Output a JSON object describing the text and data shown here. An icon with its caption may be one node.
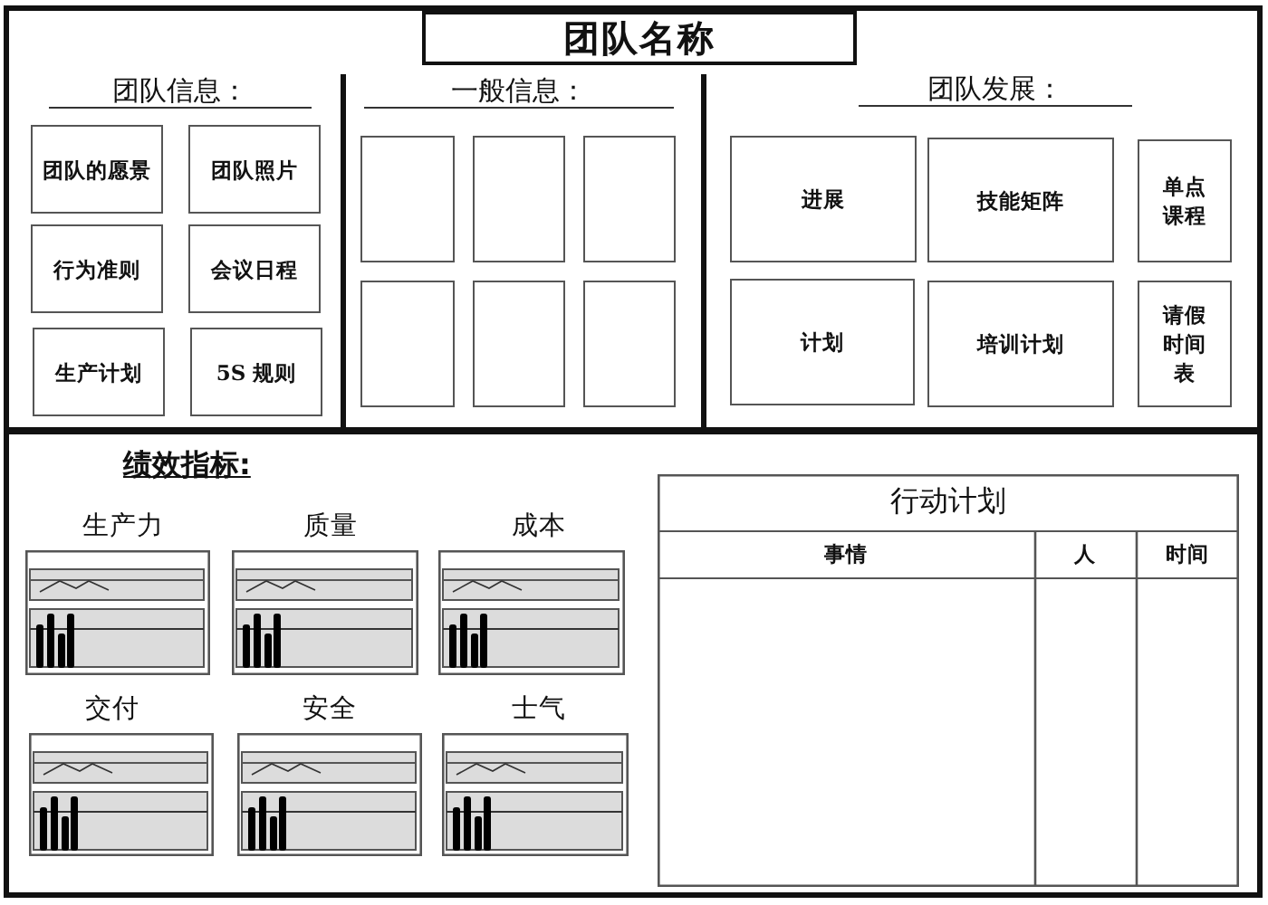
{
  "diagram": {
    "nodes": [
      {
        "text": [
          "团队名称"
        ]
      },
      {
        "text": [
          "团队信息："
        ]
      },
      {
        "text": [
          "团队的愿景"
        ],
        "in": 1
      },
      {
        "text": [
          "团队照片"
        ],
        "in": 1
      },
      {
        "text": [
          "行为准则"
        ],
        "in": 1
      },
      {
        "text": [
          "会议日程"
        ],
        "in": 1
      },
      {
        "text": [
          "生产计划"
        ],
        "in": 1
      },
      {
        "text": [
          "5S 规则"
        ],
        "in": 1
      },
      {
        "text": [
          "一般信息："
        ]
      },
      {
        "text": [],
        "shape": "box",
        "in": 8
      },
      {
        "text": [],
        "shape": "box",
        "in": 8
      },
      {
        "text": [],
        "shape": "box",
        "in": 8
      },
      {
        "text": [],
        "shape": "box",
        "in": 8
      },
      {
        "text": [],
        "shape": "box",
        "in": 8
      },
      {
        "text": [],
        "shape": "box",
        "in": 8
      },
      {
        "text": [
          "团队发展："
        ]
      },
      {
        "text": [
          "进展"
        ],
        "in": 15
      },
      {
        "text": [
          "技能矩阵"
        ],
        "in": 15
      },
      {
        "text": [
          "单点课程"
        ],
        "in": 15
      },
      {
        "text": [
          "计划"
        ],
        "in": 15
      },
      {
        "text": [
          "培训计划"
        ],
        "in": 15
      },
      {
        "text": [
          "请假时间表"
        ],
        "in": 15
      },
      {
        "text": [
          "绩效指标:"
        ]
      },
      {
        "text": [
          "生产力"
        ],
        "in": 22
      },
      {
        "text": [
          "质量"
        ],
        "in": 22
      },
      {
        "text": [
          "成本"
        ],
        "in": 22
      },
      {
        "text": [
          "交付"
        ],
        "in": 22
      },
      {
        "text": [
          "安全"
        ],
        "in": 22
      },
      {
        "text": [
          "士气"
        ],
        "in": 22
      },
      {
        "text": [
          "行动计划"
        ],
        "in": 22
      }
    ],
    "labels": [
      "事情",
      "人",
      "时间"
    ]
  }
}
